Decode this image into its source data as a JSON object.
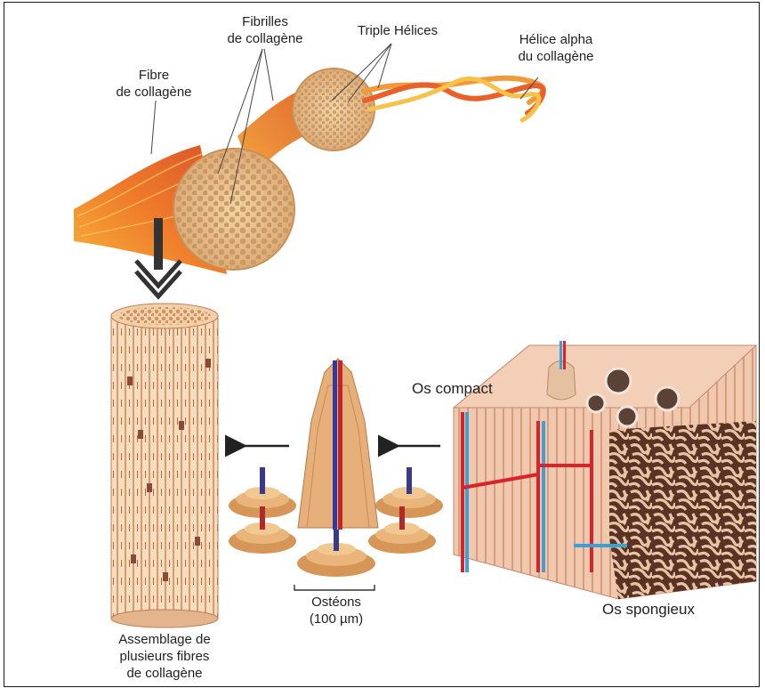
{
  "labels": {
    "fibre": "Fibre\nde collagène",
    "fibrilles": "Fibrilles\nde collagène",
    "triple": "Triple Hélices",
    "alpha": "Hélice alpha\ndu collagène",
    "compact": "Os compact",
    "spongieux": "Os spongieux",
    "osteons": "Ostéons\n(100 µm)",
    "assemblage": "Assemblage de\nplusieurs fibres\nde collagène"
  },
  "colors": {
    "fiber_orange": "#f07a2a",
    "fibril_tan": "#e9c492",
    "bone_pink": "#e9b49a",
    "vessel_red": "#d8232a",
    "vessel_blue": "#3aa0d8"
  }
}
